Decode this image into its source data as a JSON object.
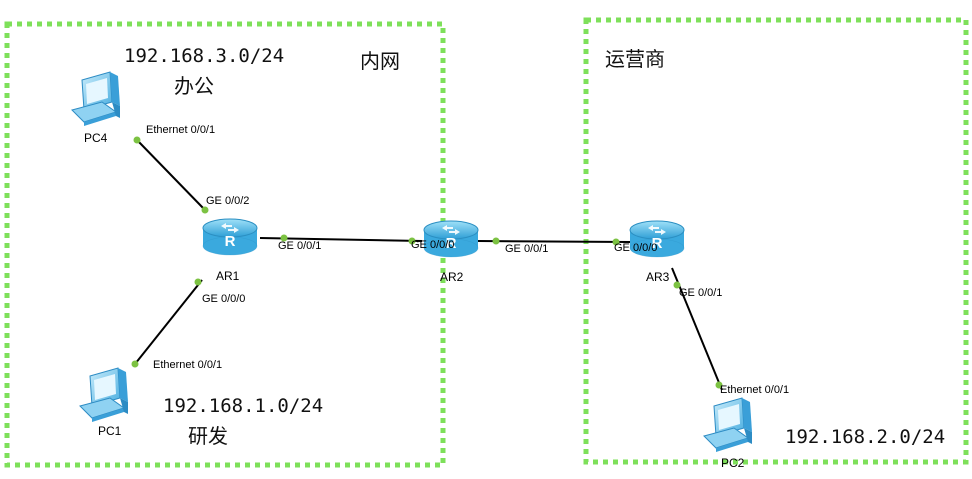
{
  "zones": {
    "inner": {
      "label": "内网"
    },
    "isp": {
      "label": "运营商"
    }
  },
  "subnets": {
    "office": {
      "cidr": "192.168.3.0/24",
      "name": "办公"
    },
    "rnd": {
      "cidr": "192.168.1.0/24",
      "name": "研发"
    },
    "isp": {
      "cidr": "192.168.2.0/24"
    }
  },
  "devices": {
    "pc4": "PC4",
    "pc1": "PC1",
    "pc2": "PC2",
    "ar1": "AR1",
    "ar2": "AR2",
    "ar3": "AR3"
  },
  "ports": {
    "pc4_eth": "Ethernet 0/0/1",
    "ar1_g002": "GE 0/0/2",
    "ar1_g001": "GE 0/0/1",
    "ar1_g000": "GE 0/0/0",
    "pc1_eth": "Ethernet 0/0/1",
    "ar2_g000": "GE 0/0/0",
    "ar2_g001": "GE 0/0/1",
    "ar3_g000": "GE 0/0/0",
    "ar3_g001": "GE 0/0/1",
    "pc2_eth": "Ethernet 0/0/1"
  },
  "colors": {
    "zone_border": "#7ee05a",
    "link": "#000000",
    "port_dot": "#7cc242",
    "router_body": "#52bde8",
    "pc_body": "#6ec3ec"
  },
  "icons": {
    "router": "router-icon",
    "pc": "pc-icon"
  }
}
